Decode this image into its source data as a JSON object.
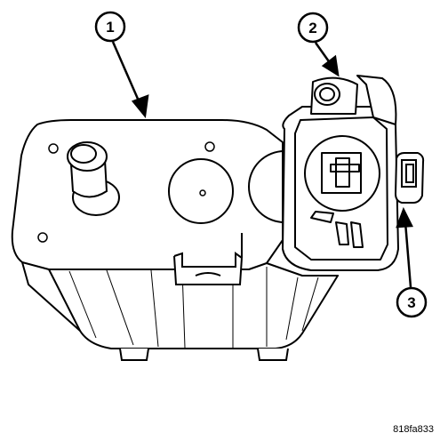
{
  "callouts": [
    {
      "number": "1"
    },
    {
      "number": "2"
    },
    {
      "number": "3"
    }
  ],
  "figure_id": "818fa833",
  "colors": {
    "line": "#000000",
    "background": "#ffffff"
  }
}
